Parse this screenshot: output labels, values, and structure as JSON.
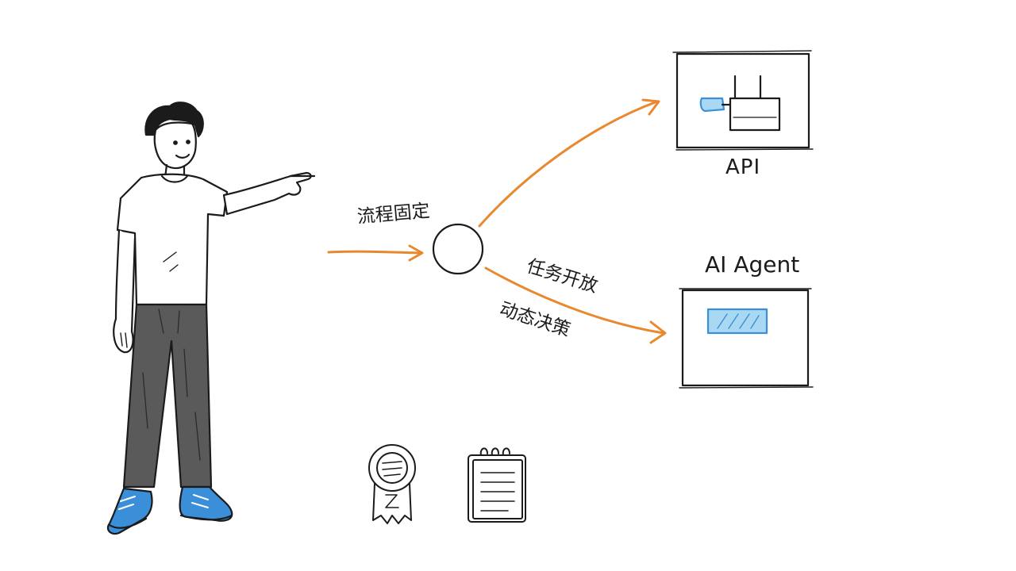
{
  "diagram": {
    "labels": {
      "flow_fixed": "流程固定",
      "task_open": "任务开放",
      "dynamic_decision": "动态决策",
      "api": "API",
      "ai_agent": "AI Agent"
    },
    "icons": {
      "person": "person-pointing-icon",
      "decision_node": "circle-node-icon",
      "api_box": "plug-icon",
      "agent_box": "screen-window-icon",
      "badge": "award-ribbon-icon",
      "notepad": "notepad-icon"
    },
    "colors": {
      "arrow": "#e8892f",
      "ink": "#1b1b1b",
      "accent_blue": "#3b8fd9",
      "panel_blue": "#a9d9f2",
      "pants": "#5a5a5a"
    }
  }
}
